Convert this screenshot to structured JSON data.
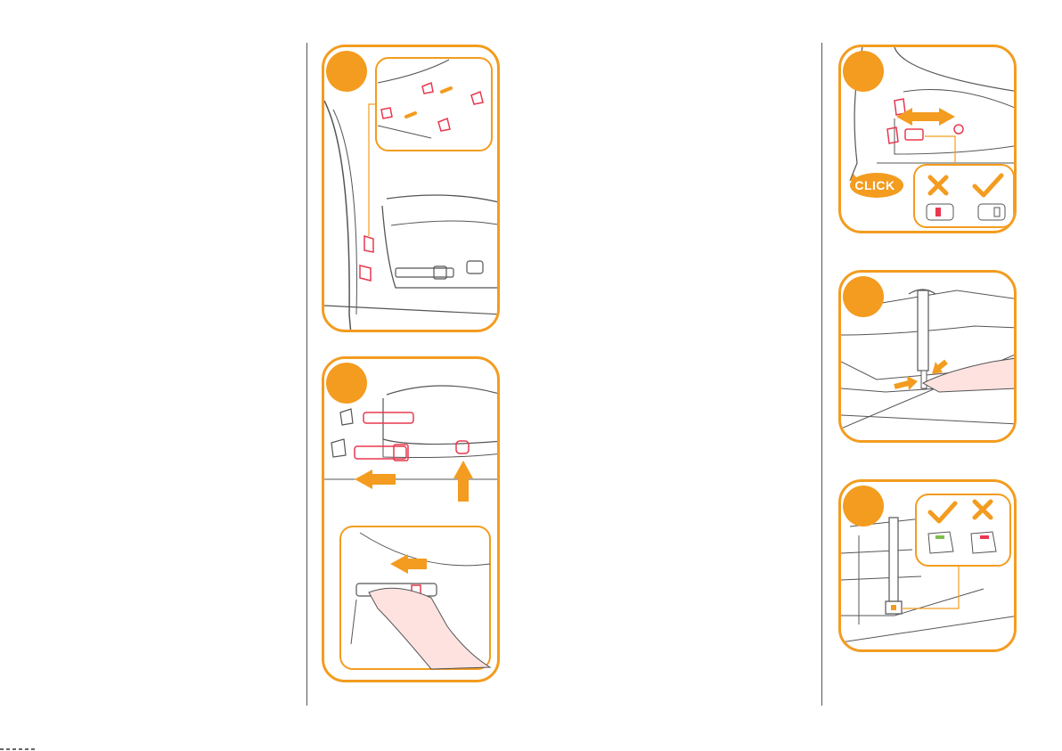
{
  "page": {
    "accent_color": "#f39c1f",
    "highlight_color": "#e8384f",
    "line_color": "#555555"
  },
  "steps": [
    {
      "id": "s1",
      "icon": "isofix-guide-insert-icon"
    },
    {
      "id": "s2",
      "icon": "isofix-arms-extend-icon"
    },
    {
      "id": "s3",
      "icon": "isofix-click-attach-icon",
      "badge_label": "CLICK"
    },
    {
      "id": "s4",
      "icon": "support-leg-adjust-icon"
    },
    {
      "id": "s5",
      "icon": "support-leg-indicator-icon"
    }
  ]
}
